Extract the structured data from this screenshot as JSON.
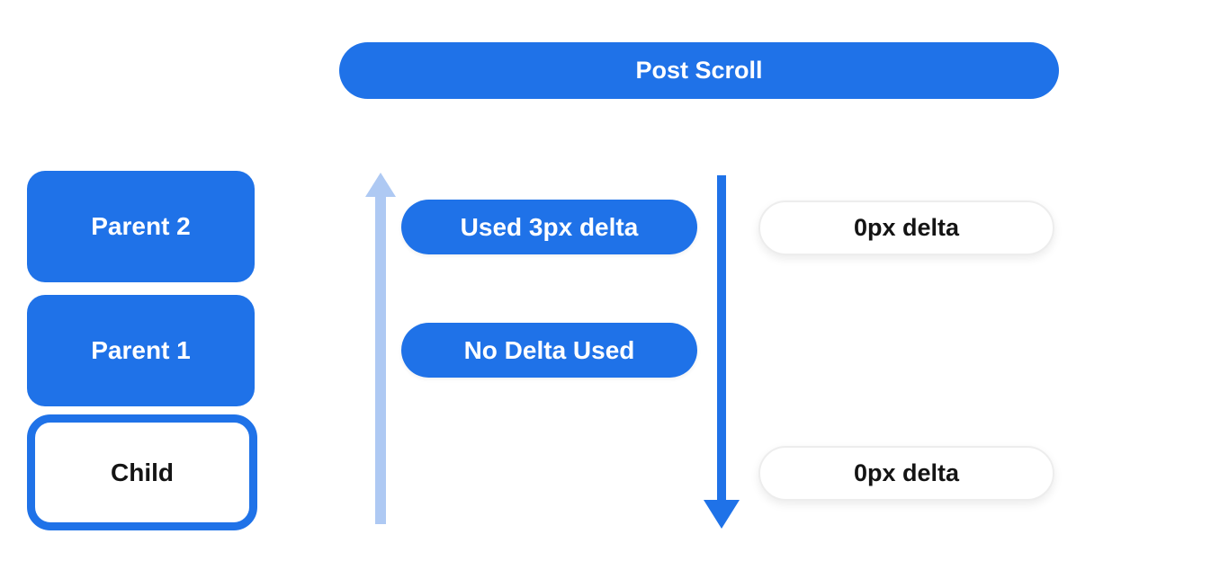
{
  "colors": {
    "primary_blue": "#1f72e8",
    "light_blue_arrow": "#aec9f3",
    "white_pill_border": "#ededed",
    "dark_text": "#141414"
  },
  "header": {
    "title": "Post Scroll"
  },
  "scroll_tree": {
    "items": [
      {
        "label": "Parent 2",
        "variant": "filled"
      },
      {
        "label": "Parent 1",
        "variant": "filled"
      },
      {
        "label": "Child",
        "variant": "outlined"
      }
    ]
  },
  "delta_column": {
    "up_arrow_icon": "up-arrow",
    "pills": [
      {
        "label": "Used 3px delta"
      },
      {
        "label": "No Delta Used"
      }
    ]
  },
  "result_column": {
    "down_arrow_icon": "down-arrow",
    "pills": [
      {
        "label": "0px delta"
      },
      {
        "label": "0px delta"
      }
    ]
  }
}
